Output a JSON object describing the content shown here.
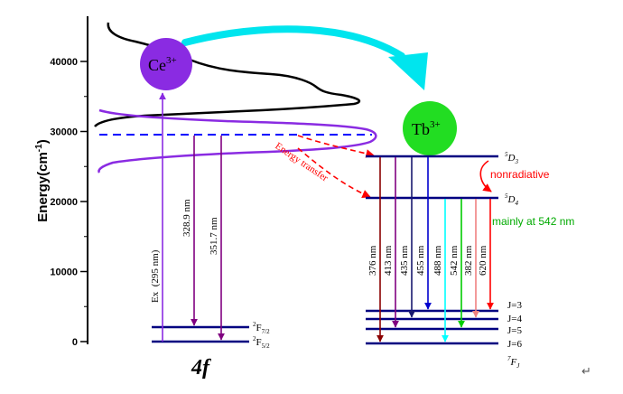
{
  "y_axis": {
    "label": "Energy(cm",
    "label_sup": "-1",
    "label_end": ")",
    "ticks": [
      {
        "value": 0,
        "text": "0"
      },
      {
        "value": 10000,
        "text": "10000"
      },
      {
        "value": 20000,
        "text": "20000"
      },
      {
        "value": 30000,
        "text": "30000"
      },
      {
        "value": 40000,
        "text": "40000"
      }
    ],
    "range": [
      0,
      45000
    ]
  },
  "ce": {
    "label": "Ce",
    "charge": "3+",
    "color": "#8a2be2",
    "config_label": "4f",
    "levels": [
      {
        "name": "2F7/2",
        "pre": "2",
        "main": "F",
        "sub": "7/2",
        "energy": 2000
      },
      {
        "name": "2F5/2",
        "pre": "2",
        "main": "F",
        "sub": "5/2",
        "energy": 0
      }
    ],
    "transitions": [
      {
        "label": "Ex  (295 nm)",
        "color": "#8a2be2"
      },
      {
        "label": "328.9 nm",
        "color": "#800080"
      },
      {
        "label": "351.7 nm",
        "color": "#800080"
      }
    ]
  },
  "tb": {
    "label": "Tb",
    "charge": "3+",
    "color": "#22dd22",
    "levels": [
      {
        "name": "5D3",
        "pre": "5",
        "main": "D",
        "sub": "3",
        "energy": 26300
      },
      {
        "name": "5D4",
        "pre": "5",
        "main": "D",
        "sub": "4",
        "energy": 20500
      }
    ],
    "ground_levels": [
      {
        "label": "J=3"
      },
      {
        "label": "J=4"
      },
      {
        "label": "J=5"
      },
      {
        "label": "J=6"
      }
    ],
    "ground_term": {
      "pre": "7",
      "main": "F",
      "sub": "J"
    },
    "transitions": [
      {
        "label": "376 nm",
        "color": "#8b0000"
      },
      {
        "label": "413 nm",
        "color": "#800080"
      },
      {
        "label": "435 nm",
        "color": "#191970"
      },
      {
        "label": "455 nm",
        "color": "#0000cd"
      },
      {
        "label": "488 nm",
        "color": "#00ffff"
      },
      {
        "label": "542 nm",
        "color": "#00cc00"
      },
      {
        "label": "382 nm",
        "color": "#f08080"
      },
      {
        "label": "620 nm",
        "color": "#ff0000"
      }
    ]
  },
  "annotations": {
    "energy_transfer": "Energy transfer",
    "nonradiative": "nonradiative",
    "mainly": "mainly at 542 nm"
  },
  "colors": {
    "energy_transfer": "#ff0000",
    "curve_excitation": "#8a2be2",
    "curve_emission": "#000000",
    "transfer_arrow": "#00e5ee",
    "dashed_line": "#0000ff",
    "level_line": "#000080"
  },
  "corner_glyph": "↵"
}
